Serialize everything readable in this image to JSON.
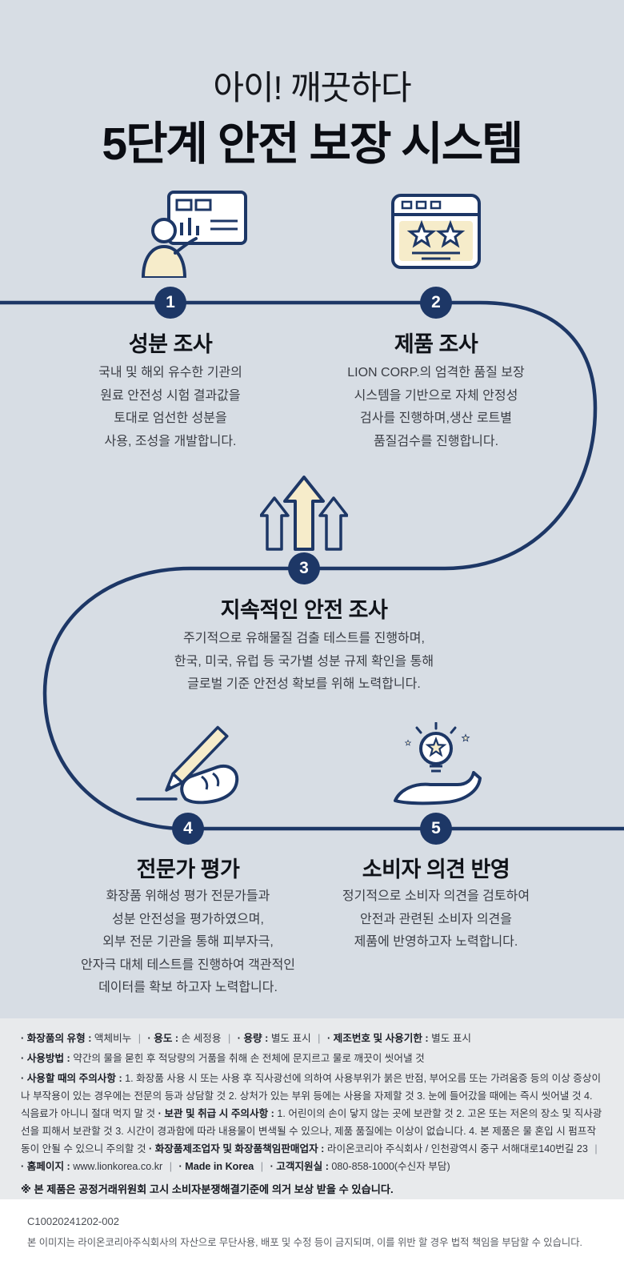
{
  "page": {
    "title_small": "아이! 깨끗하다",
    "title_main": "5단계 안전 보장 시스템"
  },
  "colors": {
    "background": "#d7dde4",
    "navy": "#1d3766",
    "cream": "#f6ecca",
    "info_background": "#e8eaec"
  },
  "steps": [
    {
      "num": "1",
      "title": "성분 조사",
      "body": "국내 및 해외 유수한 기관의\n원료 안전성 시험 결과값을\n토대로 엄선한 성분을\n사용, 조성을 개발합니다.",
      "icon": "presentation-board-icon"
    },
    {
      "num": "2",
      "title": "제품 조사",
      "body": "LION CORP.의 엄격한 품질 보장\n시스템을 기반으로 자체 안정성\n검사를 진행하며,생산 로트별\n품질검수를 진행합니다.",
      "icon": "browser-stars-icon"
    },
    {
      "num": "3",
      "title": "지속적인 안전 조사",
      "body": "주기적으로 유해물질 검출 테스트를 진행하며,\n한국, 미국, 유럽 등 국가별 성분 규제 확인을 통해\n글로벌 기준 안전성 확보를 위해 노력합니다.",
      "icon": "arrows-up-icon"
    },
    {
      "num": "4",
      "title": "전문가 평가",
      "body": "화장품 위해성 평가 전문가들과\n성분 안전성을 평가하였으며,\n외부 전문 기관을 통해 피부자극,\n안자극 대체 테스트를 진행하여 객관적인\n데이터를 확보 하고자 노력합니다.",
      "icon": "hand-writing-icon"
    },
    {
      "num": "5",
      "title": "소비자 의견 반영",
      "body": "정기적으로 소비자 의견을 검토하여\n안전과 관련된 소비자 의견을\n제품에 반영하고자 노력합니다.",
      "icon": "hand-lightbulb-icon"
    }
  ],
  "info": {
    "separator": "|",
    "type_label": "· 화장품의 유형 :",
    "type_value": "액체비누",
    "use_label": "· 용도 :",
    "use_value": "손 세정용",
    "volume_label": "· 용량 :",
    "volume_value": "별도 표시",
    "lot_label": "· 제조번호 및 사용기한 :",
    "lot_value": "별도 표시",
    "howto_label": "· 사용방법 :",
    "howto_value": "약간의 물을 묻힌 후 적당량의 거품을 취해 손 전체에 문지르고 물로 깨끗이 씻어낼 것",
    "caution_label": "· 사용할 때의 주의사항 :",
    "caution_value": "1. 화장품 사용 시 또는 사용 후 직사광선에 의하여 사용부위가 붉은 반점, 부어오름 또는 가려움증 등의 이상 증상이나 부작용이 있는 경우에는 전문의 등과 상담할 것 2. 상처가 있는 부위 등에는 사용을 자제할 것 3. 눈에 들어갔을 때에는 즉시 씻어낼 것 4. 식음료가 아니니 절대 먹지 말 것",
    "storage_label": "· 보관 및 취급 시 주의사항 :",
    "storage_value": "1. 어린이의 손이 닿지 않는 곳에 보관할 것 2. 고온 또는 저온의 장소 및 직사광선을 피해서 보관할 것 3. 시간이 경과함에 따라 내용물이 변색될 수 있으나, 제품 품질에는 이상이 없습니다. 4. 본 제품은 물 혼입 시 펌프작동이 안될 수 있으니 주의할 것",
    "maker_label": "· 화장품제조업자 및 화장품책임판매업자 :",
    "maker_value": "라이온코리아 주식회사 / 인천광역시 중구 서해대로140번길 23",
    "homepage_label": "· 홈페이지 :",
    "homepage_value": "www.lionkorea.co.kr",
    "madein_label": "· Made in Korea",
    "support_label": "· 고객지원실 :",
    "support_value": "080-858-1000(수신자 부담)",
    "notice": "※ 본 제품은 공정거래위원회 고시 소비자분쟁해결기준에 의거 보상 받을 수 있습니다."
  },
  "footer": {
    "code": "C10020241202-002",
    "copyright": "본 이미지는 라이온코리아주식회사의 자산으로 무단사용, 배포 및 수정 등이 금지되며, 이를 위반 할 경우 법적 책임을 부담할 수 있습니다."
  }
}
